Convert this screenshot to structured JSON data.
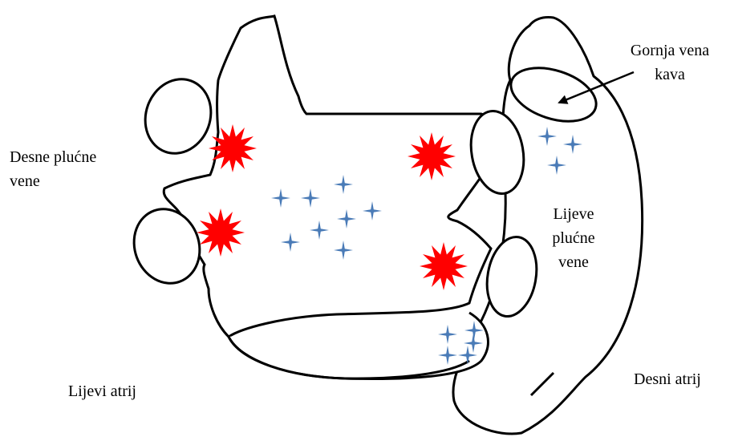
{
  "labels": {
    "superior_vena_cava": [
      "Gornja vena",
      "kava"
    ],
    "right_pulmonary_veins": [
      "Desne plućne",
      "vene"
    ],
    "left_pulmonary_veins": [
      "Lijeve",
      "plućne",
      "vene"
    ],
    "left_atrium": "Lijevi atrij",
    "right_atrium": "Desni atrij"
  },
  "colors": {
    "outline": "#000000",
    "burst_marker": "#ff0000",
    "sparkle_marker": "#4a7bb7"
  },
  "markers": {
    "burst_count": 4,
    "sparkle_count": 16
  }
}
